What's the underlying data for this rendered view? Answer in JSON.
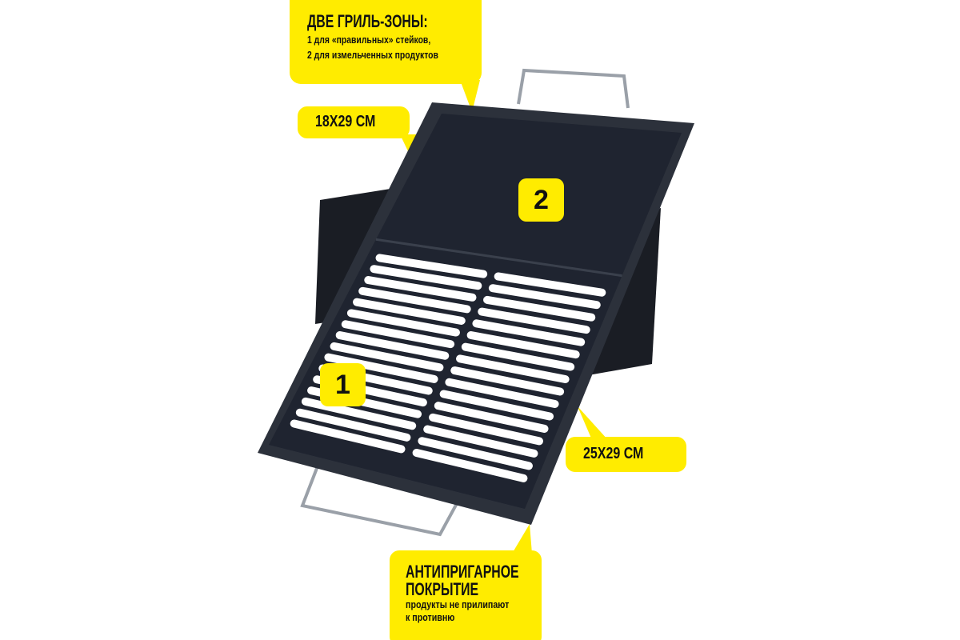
{
  "callouts": {
    "zones": {
      "title": "ДВЕ ГРИЛЬ-ЗОНЫ:",
      "line1": "1 для «правильных» стейков,",
      "line2": "2 для измельченных продуктов"
    },
    "size_small": "18X29 СМ",
    "size_large": "25X29 СМ",
    "coating": {
      "title1": "АНТИПРИГАРНОЕ",
      "title2": "ПОКРЫТИЕ",
      "line1": "продукты не прилипают",
      "line2": "к противню"
    }
  },
  "zone_labels": {
    "zone1": "1",
    "zone2": "2"
  },
  "colors": {
    "accent": "#ffec00",
    "tray": "#1f2430",
    "slot": "#ffffff"
  }
}
